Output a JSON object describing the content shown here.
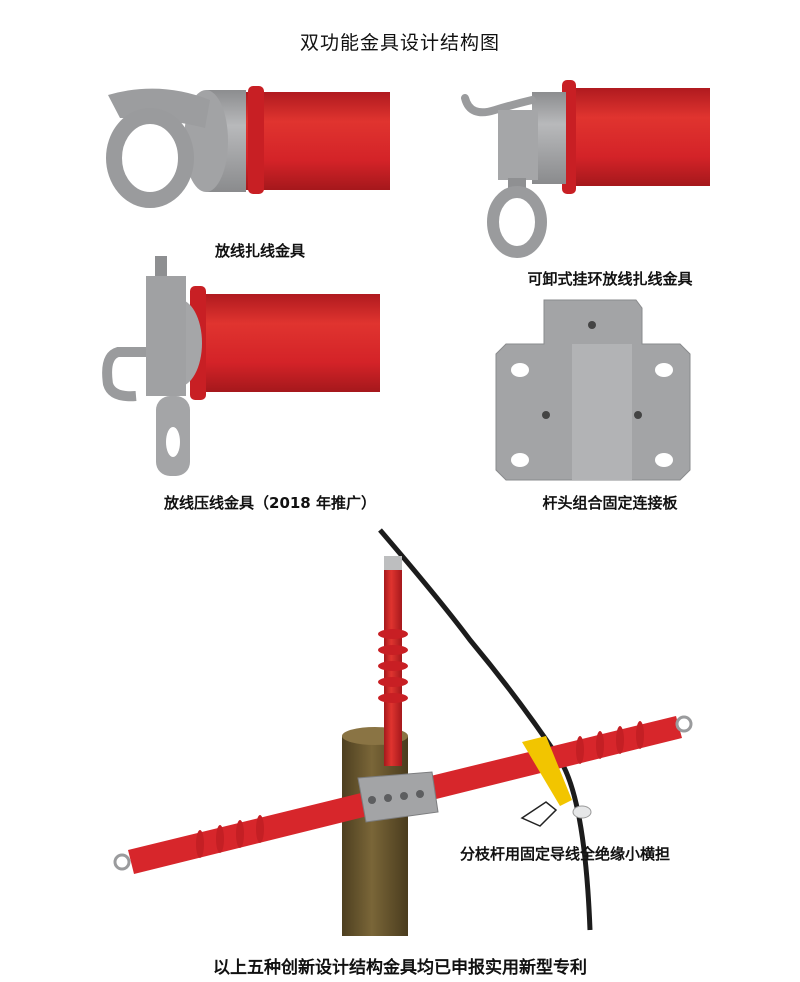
{
  "title": "双功能金具设计结构图",
  "captions": {
    "fitting1": "放线扎线金具",
    "fitting2": "可卸式挂环放线扎线金具",
    "fitting3": "放线压线金具（2018 年推广）",
    "plate": "杆头组合固定连接板",
    "crossarm": "分枝杆用固定导线全绝缘小横担"
  },
  "footer": "以上五种创新设计结构金具均已申报实用新型专利",
  "colors": {
    "insulator_red": "#d7262b",
    "metal_gray": "#a7a8aa",
    "pole_brown": "#6e5a32",
    "clamp_yellow": "#f2c500",
    "cable_black": "#1c1c1c"
  }
}
